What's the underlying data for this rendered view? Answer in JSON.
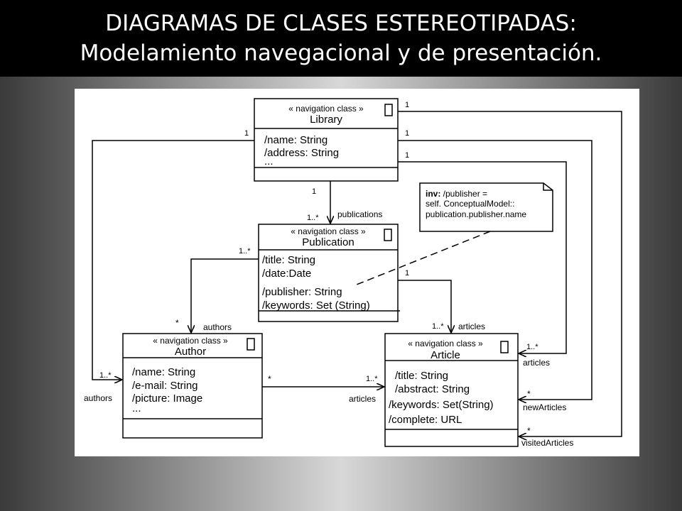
{
  "slide": {
    "title_line1": "DIAGRAMAS DE CLASES ESTEREOTIPADAS:",
    "title_line2": "Modelamiento navegacional y de presentación."
  },
  "classes": {
    "library": {
      "stereotype": "« navigation class »",
      "name": "Library",
      "attributes": [
        "/name: String",
        "/address: String",
        "..."
      ]
    },
    "publication": {
      "stereotype": "« navigation class »",
      "name": "Publication",
      "attributes": [
        "/title: String",
        "/date:Date",
        "/publisher: String",
        "/keywords: Set (String)"
      ]
    },
    "author": {
      "stereotype": "« navigation class »",
      "name": "Author",
      "attributes": [
        "/name: String",
        "/e-mail: String",
        "/picture: Image",
        "..."
      ]
    },
    "article": {
      "stereotype": "« navigation class »",
      "name": "Article",
      "attributes": [
        "/title: String",
        "/abstract: String",
        "/keywords: Set(String)",
        "/complete: URL"
      ]
    }
  },
  "note": {
    "line1_bold": "inv:",
    "line1_rest": " /publisher =",
    "line2": "self. ConceptualModel::",
    "line3": "publication.publisher.name"
  },
  "associations": {
    "lib_pub": {
      "src_mult": "1",
      "dst_mult": "1..*",
      "role": "publications"
    },
    "lib_author": {
      "src_mult": "1",
      "dst_mult": "1..*",
      "role": "authors"
    },
    "pub_author": {
      "dst_mult": "*",
      "src_mult": "1..*",
      "role": "authors"
    },
    "pub_article": {
      "src_mult": "1",
      "dst_mult": "1..*",
      "role": "articles"
    },
    "author_article": {
      "src_mult": "*",
      "dst_mult": "1..*",
      "role": "articles"
    },
    "lib_articles": {
      "src_mult": "1",
      "dst_mult": "1..*",
      "role": "articles"
    },
    "lib_new": {
      "src_mult": "1",
      "dst_mult": "*",
      "role": "newArticles"
    },
    "lib_visited": {
      "src_mult": "1",
      "dst_mult": "*",
      "role": "visitedArticles"
    }
  }
}
